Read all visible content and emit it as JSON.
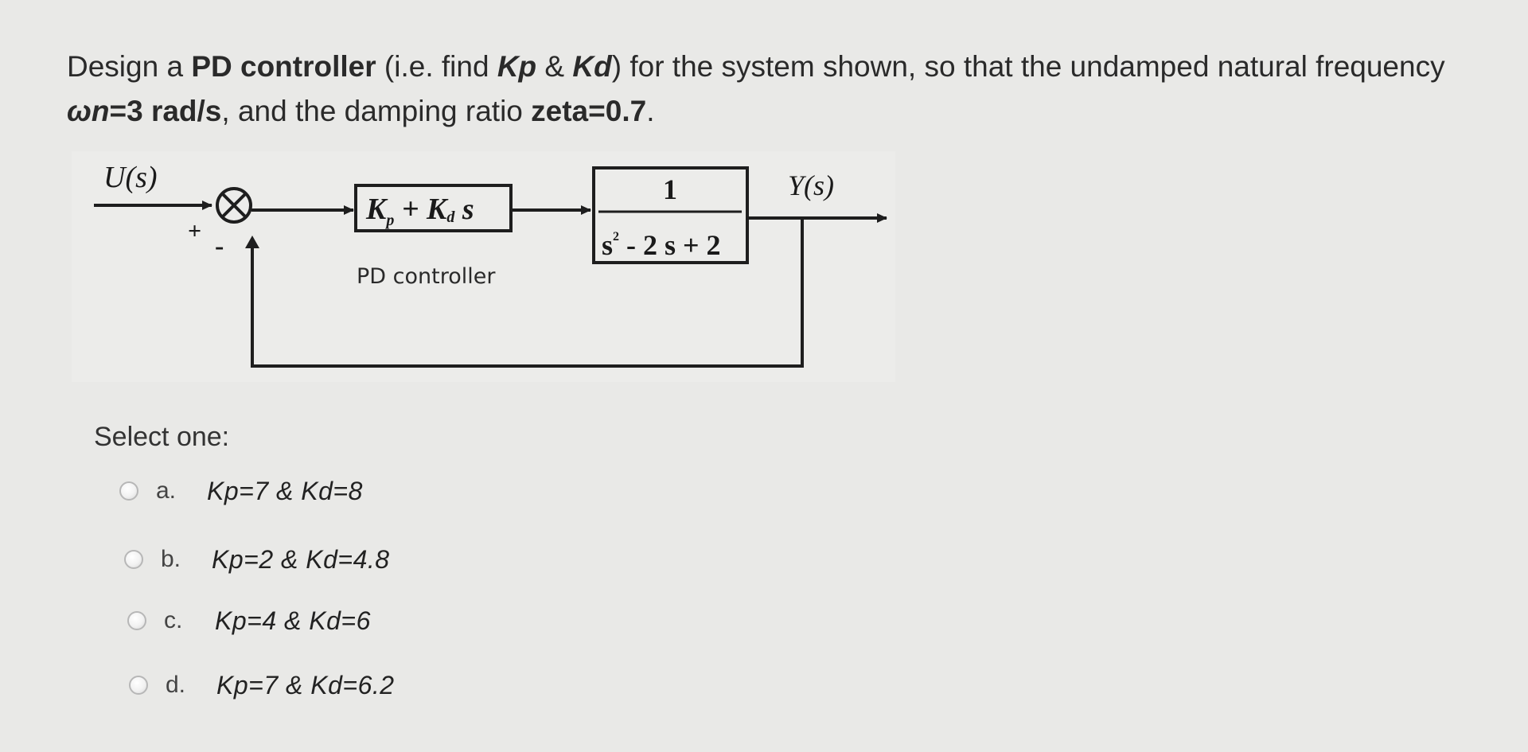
{
  "question": {
    "p1": "Design a ",
    "b1": "PD controller",
    "p2": " (i.e. find ",
    "kp": "Kp",
    "amp": " & ",
    "kd": "Kd",
    "p3": ") for the system shown, so that the undamped natural frequency",
    "wn": "ωn",
    "wn_value": "=3 rad/s",
    "p4": ", and the damping ratio ",
    "zeta": "zeta",
    "zeta_value": "=0.7",
    "p5": "."
  },
  "diagram": {
    "input_label": "U(s)",
    "output_label": "Y(s)",
    "plus_sign": "+",
    "minus_sign": "-",
    "controller_kp": "K",
    "controller_kp_sub": "p",
    "controller_mid": " + K",
    "controller_kd_sub": "d",
    "controller_s": " s",
    "controller_caption": "PD controller",
    "plant_numerator": "1",
    "plant_denominator": "s",
    "plant_den_exp": "2",
    "plant_den_rest": " - 2 s + 2"
  },
  "select_label": "Select one:",
  "options": [
    {
      "letter": "a.",
      "text": "Kp=7 & Kd=8"
    },
    {
      "letter": "b.",
      "text": "Kp=2 & Kd=4.8"
    },
    {
      "letter": "c.",
      "text": "Kp=4 & Kd=6"
    },
    {
      "letter": "d.",
      "text": "Kp=7 & Kd=6.2"
    }
  ]
}
